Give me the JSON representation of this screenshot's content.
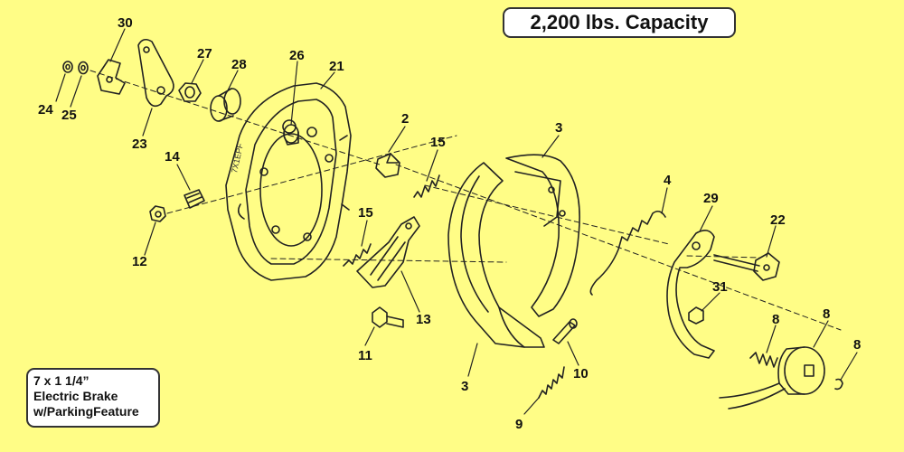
{
  "capacity_label": "2,200 lbs. Capacity",
  "description": [
    "7 x 1 1/4”",
    "Electric Brake",
    "w/ParkingFeature"
  ],
  "backing_plate_stamp": "7X1EPF",
  "part_callouts": [
    "30",
    "27",
    "28",
    "26",
    "21",
    "24",
    "25",
    "23",
    "2",
    "15",
    "3",
    "14",
    "4",
    "29",
    "22",
    "12",
    "15",
    "31",
    "8",
    "8",
    "13",
    "11",
    "3",
    "10",
    "8",
    "9"
  ],
  "colors": {
    "background": "#fffd86",
    "line": "#222222",
    "box_fill": "#ffffff"
  }
}
